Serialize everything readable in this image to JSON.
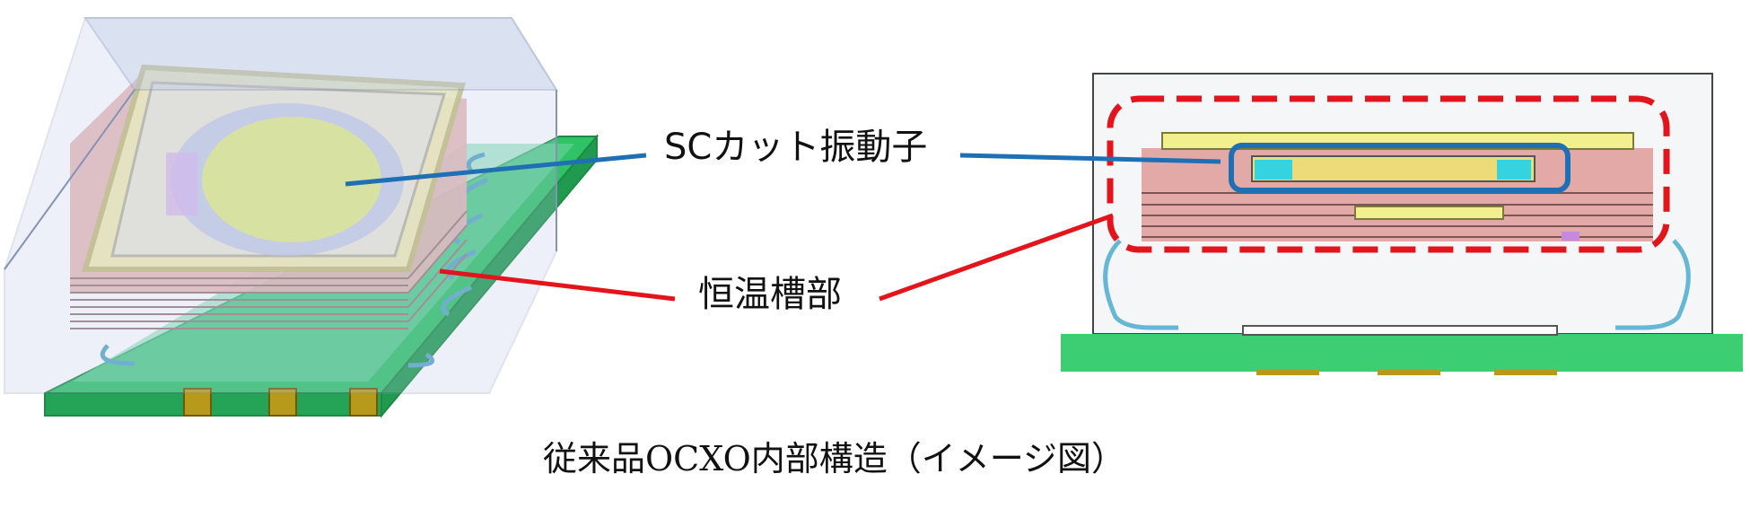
{
  "labels": {
    "crystal": "SCカット振動子",
    "oven": "恒温槽部"
  },
  "caption": "従来品OCXO内部構造（イメージ図）",
  "colors": {
    "crystal_leader": "#1f6fb5",
    "oven_leader": "#e3141b",
    "pcb": "#3dce74",
    "oven_block": "#e3a9a7",
    "crystal_blank": "#f2ef8f",
    "electrode": "#35d3df"
  }
}
